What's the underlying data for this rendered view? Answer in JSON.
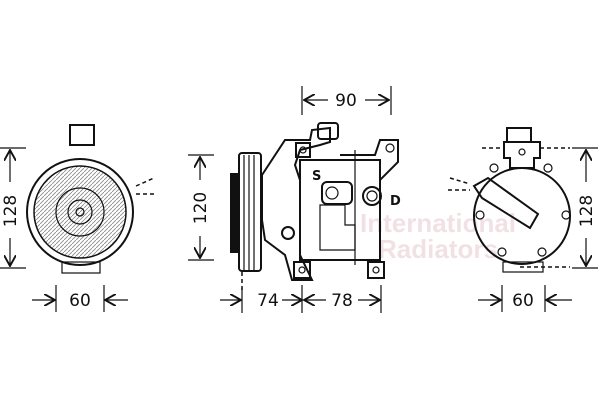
{
  "dimensions": {
    "left_height": "128",
    "left_width": "60",
    "side_height": "120",
    "side_top_width": "90",
    "side_pulley_length": "74",
    "side_body_length": "78",
    "right_height": "128",
    "right_width": "60"
  },
  "port_labels": {
    "suction": "S",
    "discharge": "D"
  },
  "watermark": {
    "line1": "International",
    "line2": "Radiators"
  },
  "colors": {
    "line": "#111111",
    "watermark": "#e9c9cf"
  }
}
